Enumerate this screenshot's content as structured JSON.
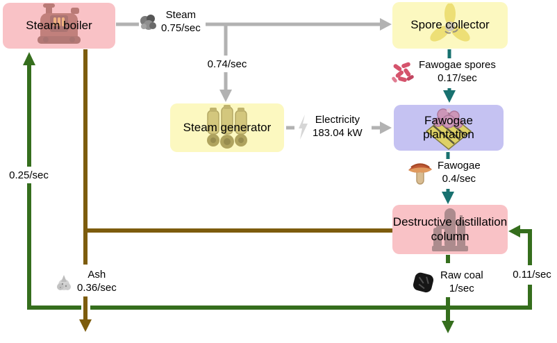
{
  "nodes": {
    "steam_boiler": {
      "label": "Steam boiler"
    },
    "spore_collector": {
      "label": "Spore collector"
    },
    "steam_generator": {
      "label": "Steam generator"
    },
    "fawogae_plantation": {
      "label": "Fawogae plantation"
    },
    "destructive_distillation_column": {
      "label": "Destructive distillation column"
    }
  },
  "flows": {
    "steam": {
      "item": "Steam",
      "rate": "0.75/sec",
      "icon": "steam-icon"
    },
    "steam_to_generator": {
      "rate": "0.74/sec"
    },
    "fawogae_spores": {
      "item": "Fawogae spores",
      "rate": "0.17/sec",
      "icon": "spores-icon"
    },
    "electricity": {
      "item": "Electricity",
      "rate": "183.04 kW",
      "icon": "lightning-icon"
    },
    "fawogae": {
      "item": "Fawogae",
      "rate": "0.4/sec",
      "icon": "mushroom-icon"
    },
    "raw_coal": {
      "item": "Raw coal",
      "rate": "1/sec",
      "icon": "coal-icon"
    },
    "raw_coal_to_column": {
      "rate": "0.11/sec"
    },
    "raw_coal_to_boiler": {
      "rate": "0.25/sec"
    },
    "ash": {
      "item": "Ash",
      "rate": "0.36/sec",
      "icon": "ash-icon"
    }
  },
  "colors": {
    "machine_pink": "#f9c2c6",
    "machine_yellow": "#fcf8c0",
    "machine_purple": "#c5c2f2",
    "flow_gray": "#b2b2b2",
    "flow_teal": "#18716f",
    "flow_green": "#356e1d",
    "flow_brown": "#7d5c0d"
  }
}
